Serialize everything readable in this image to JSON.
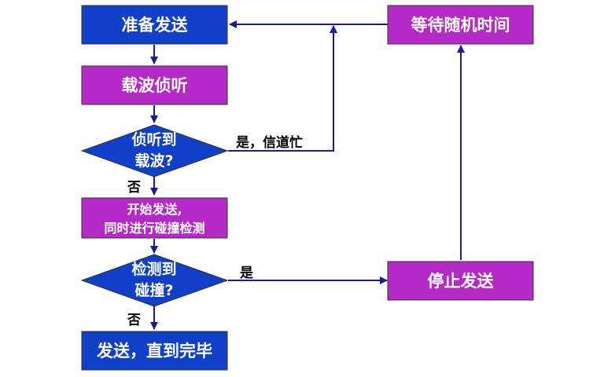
{
  "colors": {
    "blue": "#1040c8",
    "purple": "#b52ac6",
    "arrow": "#1a1aa0",
    "border": "#333333"
  },
  "nodes": {
    "prepare": {
      "label": "准备发送"
    },
    "carrier": {
      "label": "载波侦听"
    },
    "detect": {
      "line1": "侦听到",
      "line2": "载波?"
    },
    "start": {
      "line1": "开始发送,",
      "line2": "同时进行碰撞检测"
    },
    "collision": {
      "line1": "检测到",
      "line2": "碰撞?"
    },
    "send": {
      "label": "发送，直到完毕"
    },
    "wait": {
      "label": "等待随机时间"
    },
    "stop": {
      "label": "停止发送"
    }
  },
  "edge_labels": {
    "busy": "是，信道忙",
    "no1": "否",
    "yes2": "是",
    "no2": "否"
  }
}
